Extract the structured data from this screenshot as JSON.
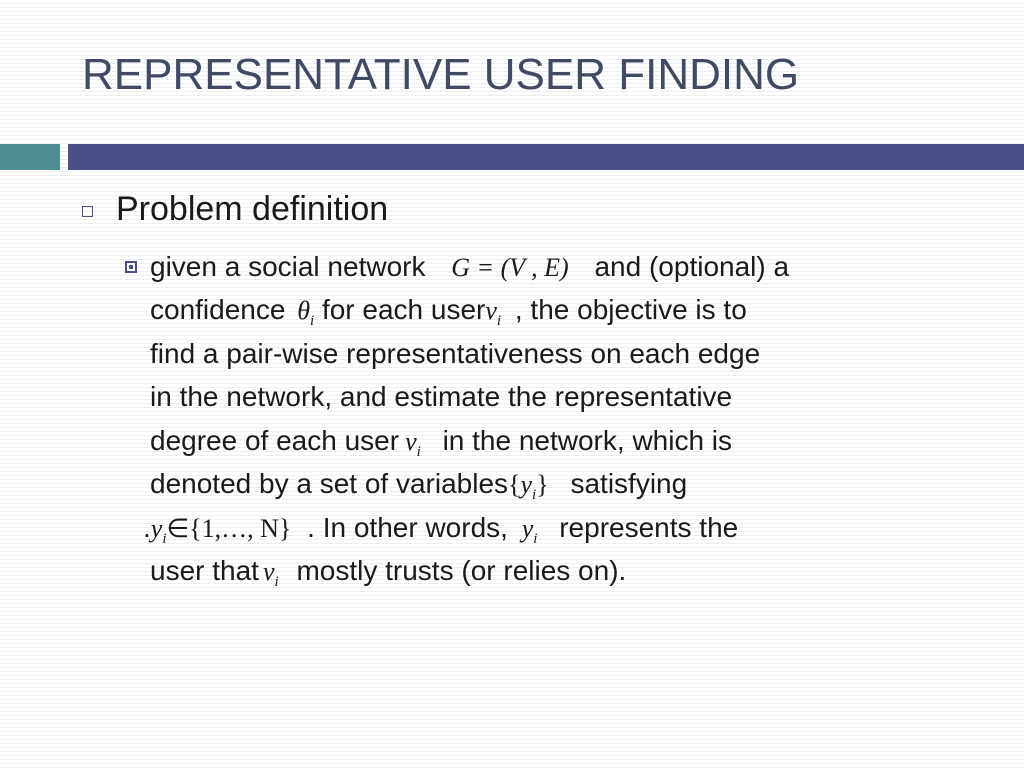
{
  "slide": {
    "title": "REPRESENTATIVE USER FINDING",
    "bullet1": "Problem definition",
    "lines": {
      "l1a": "given a social network",
      "l1b": "and (optional) a",
      "l2a": "confidence",
      "l2b": "for each user",
      "l2c": ", the objective is to",
      "l3": "find a pair-wise representativeness on each edge",
      "l4": "in the network, and estimate the representative",
      "l5a": "degree of each user",
      "l5b": "in the network, which is",
      "l6a": "denoted by a set of variables",
      "l6b": "satisfying",
      "l7a": ".",
      "l7b": ". In other words,",
      "l7c": "represents the",
      "l8a": "user that",
      "l8b": "mostly trusts (or relies on)."
    },
    "math": {
      "graph": "G = (V , E)",
      "theta": "θ",
      "v": "v",
      "y": "y",
      "i": "i",
      "set_open": "{",
      "set_close": "}",
      "domain": "∈{1,…, N}"
    }
  },
  "colors": {
    "title": "#414a63",
    "accent_navy": "#4a4f86",
    "accent_teal": "#4f8f94"
  }
}
